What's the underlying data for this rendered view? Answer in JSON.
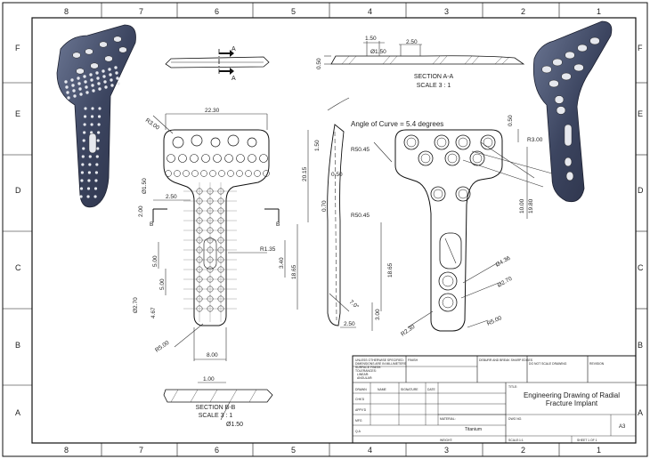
{
  "frame": {
    "col_labels": [
      "8",
      "7",
      "6",
      "5",
      "4",
      "3",
      "2",
      "1"
    ],
    "row_labels": [
      "F",
      "E",
      "D",
      "C",
      "B",
      "A"
    ]
  },
  "top_view": {
    "section_arrow": "A"
  },
  "section_a": {
    "title": "SECTION A-A",
    "scale": "SCALE 3 : 1",
    "dims": [
      "1.50",
      "2.50",
      "Ø1.50",
      "0.50"
    ]
  },
  "front_view": {
    "dims": [
      "22.30",
      "R3.00",
      "Ø1.50",
      "2.50",
      "2.00",
      "R1.35",
      "3.40",
      "5.00",
      "5.00",
      "Ø2.70",
      "4.67",
      "18.65",
      "20.15",
      "R5.00",
      "8.00"
    ],
    "section_arrow": "B"
  },
  "side_view": {
    "angle_note": "Angle of Curve = 5.4 degrees",
    "dims": [
      "1.50",
      "0.50",
      "0.70",
      "7.0°",
      "2.50"
    ]
  },
  "right_view": {
    "dims": [
      "0.50",
      "R3.00",
      "R50.45",
      "R50.45",
      "10.00",
      "19.80",
      "18.65",
      "Ø4.36",
      "Ø2.70",
      "3.00",
      "R5.00",
      "R2.30"
    ]
  },
  "section_b": {
    "title": "SECTION B-B",
    "scale": "SCALE 3 : 1",
    "dims": [
      "1.00",
      "Ø1.50"
    ]
  },
  "title_block": {
    "notes_lines": [
      "UNLESS OTHERWISE SPECIFIED:",
      "DIMENSIONS ARE IN MILLIMETERS",
      "SURFACE FINISH:",
      "TOLERANCES:",
      "LINEAR:",
      "ANGULAR:"
    ],
    "finish": "FINISH",
    "deburr": "DEBURR AND BREAK SHARP EDGES",
    "do_not_scale": "DO NOT SCALE DRAWING",
    "revision": "REVISION",
    "title_label": "TITLE:",
    "title_line1": "Engineering Drawing of Radial",
    "title_line2": "Fracture Implant",
    "row_labels": [
      "DRAWN",
      "CHK'D",
      "APPV'D",
      "MFG",
      "Q.A"
    ],
    "col_headers": [
      "NAME",
      "SIGNATURE",
      "DATE"
    ],
    "material_label": "MATERIAL:",
    "material": "Titanium",
    "weight_label": "WEIGHT:",
    "dwg_no_label": "DWG NO.",
    "sheet_size": "A3",
    "scale_label": "SCALE:1:1",
    "sheet_label": "SHEET 1 OF 1"
  }
}
